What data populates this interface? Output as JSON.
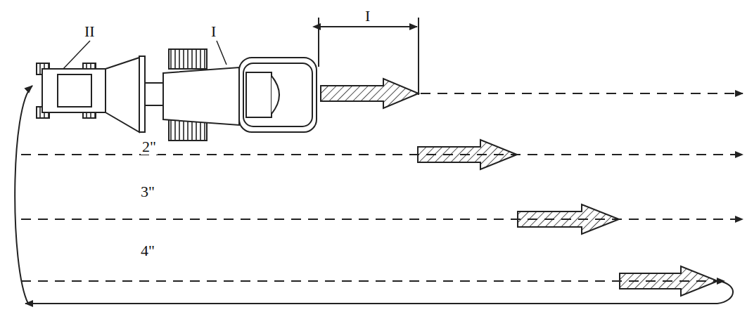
{
  "diagram": {
    "labels": [
      "II",
      "I",
      "I",
      "2\"",
      "3\"",
      "4\""
    ]
  }
}
